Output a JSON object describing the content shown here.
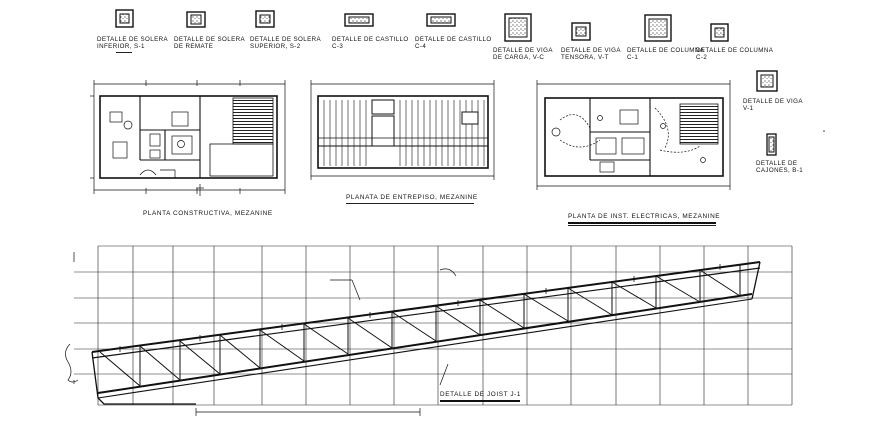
{
  "details": {
    "solera_inferior": [
      "DETALLE DE SOLERA",
      "INFERIOR, S-1"
    ],
    "solera_remate": [
      "DETALLE DE SOLERA",
      "DE REMATE"
    ],
    "solera_superior": [
      "DETALLE DE SOLERA",
      "SUPERIOR, S-2"
    ],
    "castillo_c3": [
      "DETALLE DE CASTILLO",
      "C-3"
    ],
    "castillo_c4": [
      "DETALLE DE CASTILLO",
      "C-4"
    ],
    "viga_carga": [
      "DETALLE DE VIGA",
      "DE CARGA, V-C"
    ],
    "viga_tensora": [
      "DETALLE DE VIGA",
      "TENSORA, V-T"
    ],
    "columna_c1": [
      "DETALLE DE COLUMNA",
      "C-1"
    ],
    "columna_c2": [
      "DETALLE DE COLUMNA",
      "C-2"
    ],
    "viga_v1": [
      "DETALLE DE VIGA",
      "V-1"
    ],
    "cajones_b1": [
      "DETALLE DE",
      "CAJONES, B-1"
    ]
  },
  "plans": {
    "constructiva": "PLANTA CONSTRUCTIVA, MEZANINE",
    "entrepiso": "PLANATA DE ENTREPISO, MEZANINE",
    "electricas": "PLANTA DE INST. ELECTRICAS, MEZANINE"
  },
  "joist_title": "DETALLE DE JOIST J-1",
  "colors": {
    "line": "#1a1a1a",
    "hatch": "#555555",
    "background": "#ffffff"
  }
}
